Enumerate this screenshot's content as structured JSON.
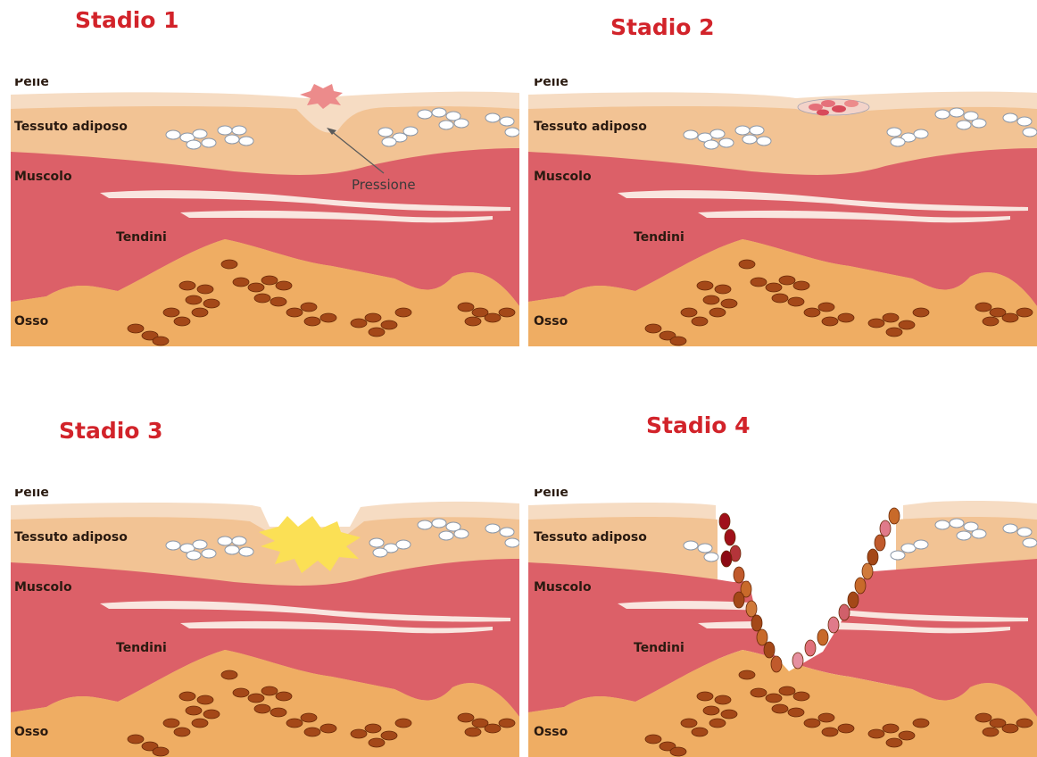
{
  "stages": [
    {
      "title": "Stadio 1",
      "labels": {
        "skin": "Pelle",
        "fat": "Tessuto adiposo",
        "muscle": "Muscolo",
        "tendons": "Tendini",
        "bone": "Osso"
      },
      "annotation": "Pressione"
    },
    {
      "title": "Stadio 2",
      "labels": {
        "skin": "Pelle",
        "fat": "Tessuto adiposo",
        "muscle": "Muscolo",
        "tendons": "Tendini",
        "bone": "Osso"
      }
    },
    {
      "title": "Stadio 3",
      "labels": {
        "skin": "Pelle",
        "fat": "Tessuto adiposo",
        "muscle": "Muscolo",
        "tendons": "Tendini",
        "bone": "Osso"
      }
    },
    {
      "title": "Stadio 4",
      "labels": {
        "skin": "Pelle",
        "fat": "Tessuto adiposo",
        "muscle": "Muscolo",
        "tendons": "Tendini",
        "bone": "Osso"
      }
    }
  ],
  "colors": {
    "title": "#d2232a",
    "skin": "#f6dcc3",
    "fat": "#f2c394",
    "muscle": "#dc6068",
    "bone": "#efad63",
    "bone_cells": "#a44818",
    "fat_cells": "#ffffff",
    "pressure_mark": "#ec8b8b",
    "yellow_lesion": "#fbe055"
  }
}
